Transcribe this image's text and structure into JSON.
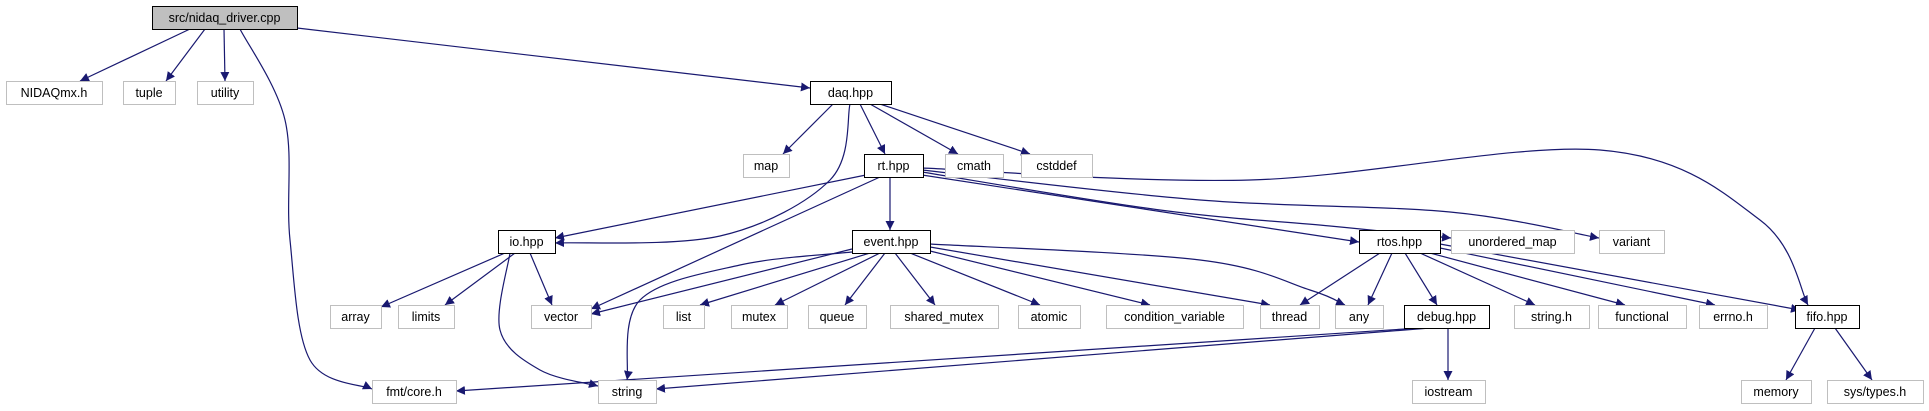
{
  "graph": {
    "nodes": [
      {
        "id": "src",
        "label": "src/nidaq_driver.cpp",
        "style": "root"
      },
      {
        "id": "nidaqmx",
        "label": "NIDAQmx.h",
        "style": "external"
      },
      {
        "id": "tuple",
        "label": "tuple",
        "style": "external"
      },
      {
        "id": "utility",
        "label": "utility",
        "style": "external"
      },
      {
        "id": "daq",
        "label": "daq.hpp",
        "style": "local"
      },
      {
        "id": "map",
        "label": "map",
        "style": "external"
      },
      {
        "id": "rt",
        "label": "rt.hpp",
        "style": "local"
      },
      {
        "id": "cmath",
        "label": "cmath",
        "style": "external"
      },
      {
        "id": "cstddef",
        "label": "cstddef",
        "style": "external"
      },
      {
        "id": "io",
        "label": "io.hpp",
        "style": "local"
      },
      {
        "id": "event",
        "label": "event.hpp",
        "style": "local"
      },
      {
        "id": "rtos",
        "label": "rtos.hpp",
        "style": "local"
      },
      {
        "id": "unordered_map",
        "label": "unordered_map",
        "style": "external"
      },
      {
        "id": "variant",
        "label": "variant",
        "style": "external"
      },
      {
        "id": "array",
        "label": "array",
        "style": "external"
      },
      {
        "id": "limits",
        "label": "limits",
        "style": "external"
      },
      {
        "id": "vector",
        "label": "vector",
        "style": "external"
      },
      {
        "id": "list",
        "label": "list",
        "style": "external"
      },
      {
        "id": "mutex",
        "label": "mutex",
        "style": "external"
      },
      {
        "id": "queue",
        "label": "queue",
        "style": "external"
      },
      {
        "id": "shared_mutex",
        "label": "shared_mutex",
        "style": "external"
      },
      {
        "id": "atomic",
        "label": "atomic",
        "style": "external"
      },
      {
        "id": "condition_variable",
        "label": "condition_variable",
        "style": "external"
      },
      {
        "id": "thread",
        "label": "thread",
        "style": "external"
      },
      {
        "id": "any",
        "label": "any",
        "style": "external"
      },
      {
        "id": "debug",
        "label": "debug.hpp",
        "style": "local"
      },
      {
        "id": "string_h",
        "label": "string.h",
        "style": "external"
      },
      {
        "id": "functional",
        "label": "functional",
        "style": "external"
      },
      {
        "id": "errno",
        "label": "errno.h",
        "style": "external"
      },
      {
        "id": "fifo",
        "label": "fifo.hpp",
        "style": "local"
      },
      {
        "id": "fmt",
        "label": "fmt/core.h",
        "style": "external"
      },
      {
        "id": "string",
        "label": "string",
        "style": "external"
      },
      {
        "id": "iostream",
        "label": "iostream",
        "style": "external"
      },
      {
        "id": "memory",
        "label": "memory",
        "style": "external"
      },
      {
        "id": "systypes",
        "label": "sys/types.h",
        "style": "external"
      }
    ],
    "edges": [
      [
        "src",
        "nidaqmx"
      ],
      [
        "src",
        "tuple"
      ],
      [
        "src",
        "utility"
      ],
      [
        "src",
        "daq"
      ],
      [
        "src",
        "fmt"
      ],
      [
        "daq",
        "map"
      ],
      [
        "daq",
        "rt"
      ],
      [
        "daq",
        "cmath"
      ],
      [
        "daq",
        "cstddef"
      ],
      [
        "daq",
        "io"
      ],
      [
        "rt",
        "io"
      ],
      [
        "rt",
        "event"
      ],
      [
        "rt",
        "rtos"
      ],
      [
        "rt",
        "unordered_map"
      ],
      [
        "rt",
        "variant"
      ],
      [
        "rt",
        "vector"
      ],
      [
        "rt",
        "fifo"
      ],
      [
        "io",
        "array"
      ],
      [
        "io",
        "limits"
      ],
      [
        "io",
        "vector"
      ],
      [
        "io",
        "string"
      ],
      [
        "event",
        "vector"
      ],
      [
        "event",
        "string"
      ],
      [
        "event",
        "list"
      ],
      [
        "event",
        "mutex"
      ],
      [
        "event",
        "queue"
      ],
      [
        "event",
        "shared_mutex"
      ],
      [
        "event",
        "atomic"
      ],
      [
        "event",
        "condition_variable"
      ],
      [
        "event",
        "thread"
      ],
      [
        "event",
        "any"
      ],
      [
        "rtos",
        "thread"
      ],
      [
        "rtos",
        "any"
      ],
      [
        "rtos",
        "debug"
      ],
      [
        "rtos",
        "string_h"
      ],
      [
        "rtos",
        "functional"
      ],
      [
        "rtos",
        "errno"
      ],
      [
        "rtos",
        "fifo"
      ],
      [
        "debug",
        "fmt"
      ],
      [
        "debug",
        "string"
      ],
      [
        "debug",
        "iostream"
      ],
      [
        "fifo",
        "memory"
      ],
      [
        "fifo",
        "systypes"
      ]
    ],
    "colors": {
      "edge": "#191970",
      "local_border": "#000000",
      "external_border": "#bfbfbf",
      "root_fill": "#bfbfbf",
      "node_fill": "#ffffff",
      "text": "#000000"
    }
  }
}
